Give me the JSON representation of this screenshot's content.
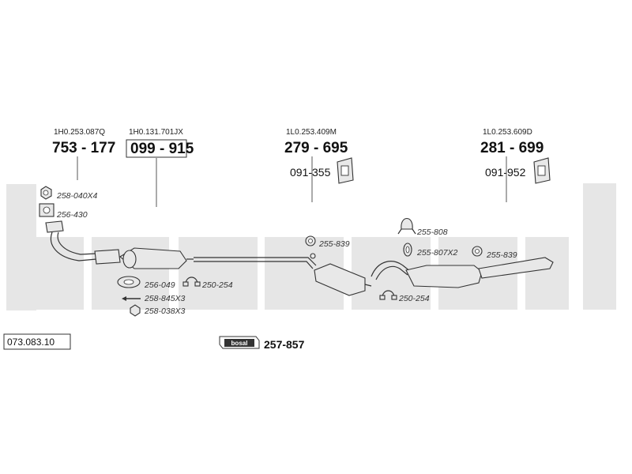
{
  "diagram": {
    "reference_number": "073.083.10",
    "brand_label": "bosal",
    "brand_part_number": "257-857",
    "main_parts": [
      {
        "oe": "1H0.253.087Q",
        "number": "753 - 177",
        "boxed": false
      },
      {
        "oe": "1H0.131.701JX",
        "number": "099 - 915",
        "boxed": true
      },
      {
        "oe": "1L0.253.409M",
        "number": "279 - 695",
        "boxed": false
      },
      {
        "oe": "1L0.253.609D",
        "number": "281 - 699",
        "boxed": false
      }
    ],
    "hanger_parts": [
      "091-355",
      "091-952"
    ],
    "small_parts": [
      "258-040X4",
      "256-430",
      "256-049",
      "250-254",
      "258-845X3",
      "258-038X3",
      "255-839",
      "250-254",
      "255-808",
      "255-807X2",
      "255-839"
    ],
    "colors": {
      "watermark": "#e6e6e6",
      "line": "#333333",
      "part_fill": "#e8e8e8"
    }
  }
}
